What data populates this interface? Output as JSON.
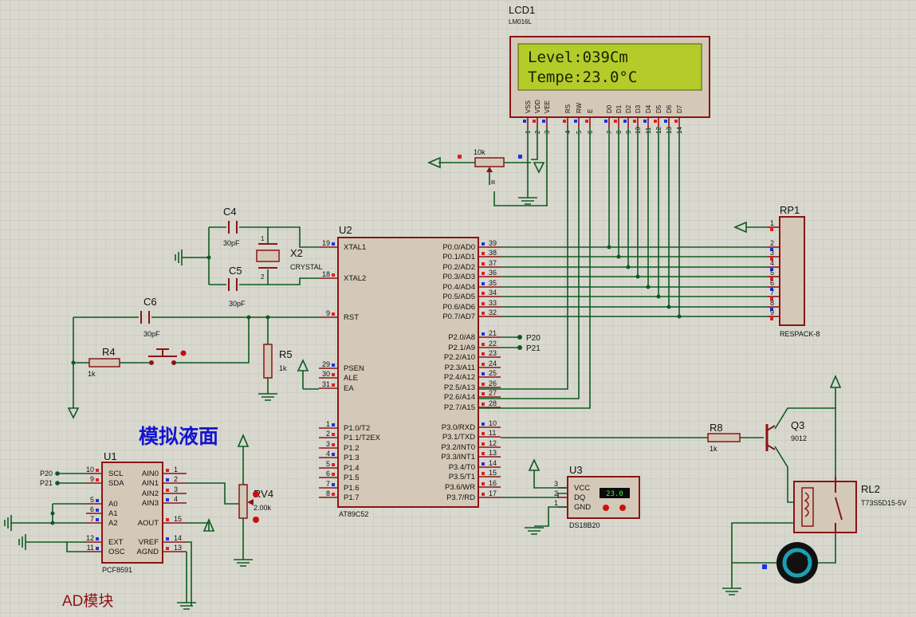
{
  "colors": {
    "wire": "#0d5a20",
    "body": "#8b1414",
    "lcd_bg": "#b4cc2a",
    "pin_red": "#e02020",
    "pin_blue": "#2030e0",
    "grid": "#c6c6bc"
  },
  "lcd": {
    "ref": "LCD1",
    "part": "LM016L",
    "line1": "Level:039Cm",
    "line2": "Tempe:23.0°C",
    "pins": [
      "VSS",
      "VDD",
      "VEE",
      "RS",
      "RW",
      "E",
      "D0",
      "D1",
      "D2",
      "D3",
      "D4",
      "D5",
      "D6",
      "D7"
    ],
    "pin_nums": [
      "1",
      "2",
      "3",
      "4",
      "5",
      "6",
      "7",
      "8",
      "9",
      "10",
      "11",
      "12",
      "13",
      "14"
    ]
  },
  "pot_top": {
    "value": "10k"
  },
  "rp1": {
    "ref": "RP1",
    "part": "RESPACK-8",
    "pins": [
      "1",
      "2",
      "3",
      "4",
      "5",
      "6",
      "7",
      "8",
      "9"
    ]
  },
  "u2": {
    "ref": "U2",
    "part": "AT89C52",
    "left_pins": [
      {
        "num": "19",
        "name": "XTAL1"
      },
      {
        "num": "18",
        "name": "XTAL2"
      },
      {
        "num": "9",
        "name": "RST"
      },
      {
        "num": "29",
        "name": "PSEN"
      },
      {
        "num": "30",
        "name": "ALE"
      },
      {
        "num": "31",
        "name": "EA"
      },
      {
        "num": "1",
        "name": "P1.0/T2"
      },
      {
        "num": "2",
        "name": "P1.1/T2EX"
      },
      {
        "num": "3",
        "name": "P1.2"
      },
      {
        "num": "4",
        "name": "P1.3"
      },
      {
        "num": "5",
        "name": "P1.4"
      },
      {
        "num": "6",
        "name": "P1.5"
      },
      {
        "num": "7",
        "name": "P1.6"
      },
      {
        "num": "8",
        "name": "P1.7"
      }
    ],
    "right_pins": [
      {
        "num": "39",
        "name": "P0.0/AD0"
      },
      {
        "num": "38",
        "name": "P0.1/AD1"
      },
      {
        "num": "37",
        "name": "P0.2/AD2"
      },
      {
        "num": "36",
        "name": "P0.3/AD3"
      },
      {
        "num": "35",
        "name": "P0.4/AD4"
      },
      {
        "num": "34",
        "name": "P0.5/AD5"
      },
      {
        "num": "33",
        "name": "P0.6/AD6"
      },
      {
        "num": "32",
        "name": "P0.7/AD7"
      },
      {
        "num": "21",
        "name": "P2.0/A8"
      },
      {
        "num": "22",
        "name": "P2.1/A9"
      },
      {
        "num": "23",
        "name": "P2.2/A10"
      },
      {
        "num": "24",
        "name": "P2.3/A11"
      },
      {
        "num": "25",
        "name": "P2.4/A12"
      },
      {
        "num": "26",
        "name": "P2.5/A13"
      },
      {
        "num": "27",
        "name": "P2.6/A14"
      },
      {
        "num": "28",
        "name": "P2.7/A15"
      },
      {
        "num": "10",
        "name": "P3.0/RXD"
      },
      {
        "num": "11",
        "name": "P3.1/TXD"
      },
      {
        "num": "12",
        "name": "P3.2/INT0"
      },
      {
        "num": "13",
        "name": "P3.3/INT1"
      },
      {
        "num": "14",
        "name": "P3.4/T0"
      },
      {
        "num": "15",
        "name": "P3.5/T1"
      },
      {
        "num": "16",
        "name": "P3.6/WR"
      },
      {
        "num": "17",
        "name": "P3.7/RD"
      }
    ],
    "net_p20": "P20",
    "net_p21": "P21"
  },
  "c4": {
    "ref": "C4",
    "value": "30pF"
  },
  "c5": {
    "ref": "C5",
    "value": "30pF"
  },
  "c6": {
    "ref": "C6",
    "value": "30pF"
  },
  "x2": {
    "ref": "X2",
    "part": "CRYSTAL",
    "pin1": "1",
    "pin2": "2"
  },
  "r4": {
    "ref": "R4",
    "value": "1k"
  },
  "r5": {
    "ref": "R5",
    "value": "1k"
  },
  "r8": {
    "ref": "R8",
    "value": "1k"
  },
  "q3": {
    "ref": "Q3",
    "part": "9012"
  },
  "rl2": {
    "ref": "RL2",
    "part": "T73S5D15-5V"
  },
  "u3": {
    "ref": "U3",
    "part": "DS18B20",
    "pins": [
      {
        "num": "3",
        "name": "VCC"
      },
      {
        "num": "2",
        "name": "DQ"
      },
      {
        "num": "1",
        "name": "GND"
      }
    ],
    "reading": "23.0"
  },
  "rv4": {
    "ref": "RV4",
    "value": "2.00k"
  },
  "sim_label": "模拟液面",
  "ad_label": "AD模块",
  "u1": {
    "ref": "U1",
    "part": "PCF8591",
    "left_pins": [
      {
        "num": "10",
        "name": "SCL",
        "net": "P20"
      },
      {
        "num": "9",
        "name": "SDA",
        "net": "P21"
      },
      {
        "num": "5",
        "name": "A0",
        "net": ""
      },
      {
        "num": "6",
        "name": "A1",
        "net": ""
      },
      {
        "num": "7",
        "name": "A2",
        "net": ""
      },
      {
        "num": "12",
        "name": "EXT",
        "net": ""
      },
      {
        "num": "11",
        "name": "OSC",
        "net": ""
      }
    ],
    "right_pins": [
      {
        "num": "1",
        "name": "AIN0"
      },
      {
        "num": "2",
        "name": "AIN1"
      },
      {
        "num": "3",
        "name": "AIN2"
      },
      {
        "num": "4",
        "name": "AIN3"
      },
      {
        "num": "15",
        "name": "AOUT"
      },
      {
        "num": "14",
        "name": "VREF"
      },
      {
        "num": "13",
        "name": "AGND"
      }
    ]
  }
}
